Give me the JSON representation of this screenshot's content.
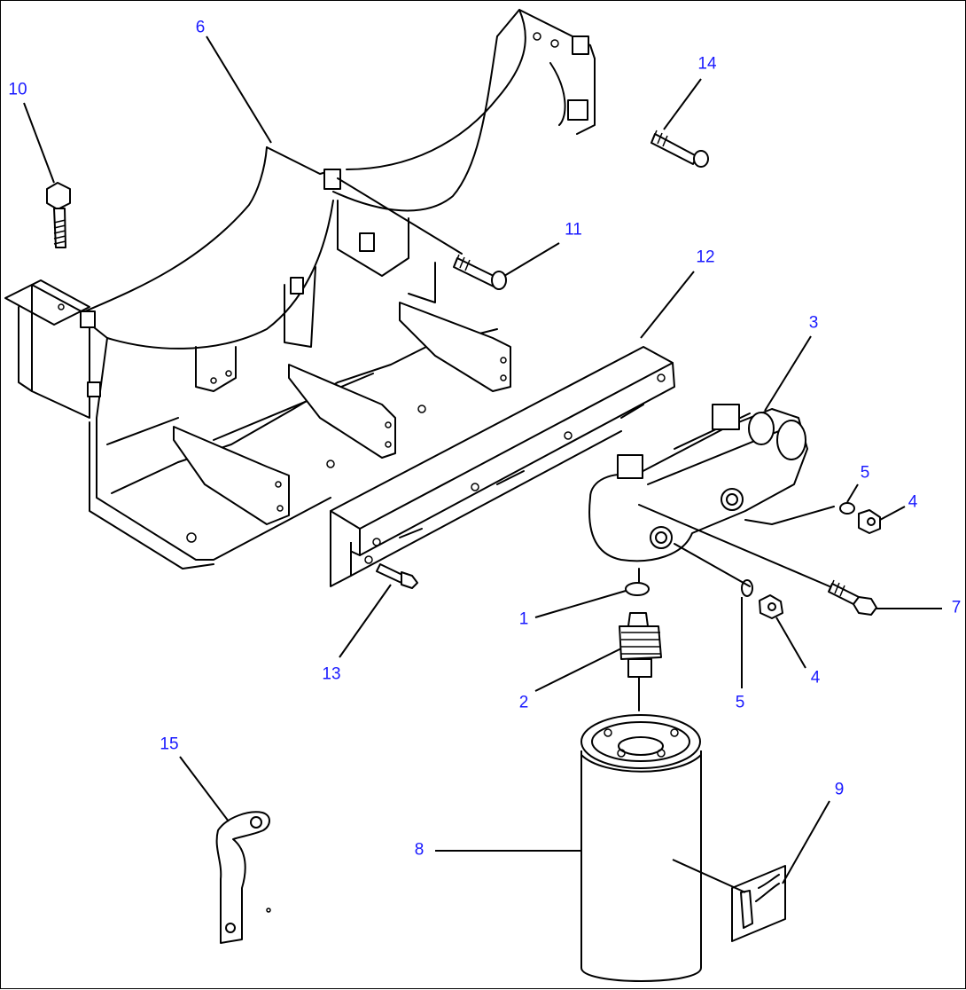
{
  "callouts": {
    "c1": "1",
    "c2": "2",
    "c3": "3",
    "c4a": "4",
    "c4b": "4",
    "c5a": "5",
    "c5b": "5",
    "c6": "6",
    "c7": "7",
    "c8": "8",
    "c9": "9",
    "c10": "10",
    "c11": "11",
    "c12": "12",
    "c13": "13",
    "c14": "14",
    "c15": "15"
  },
  "colors": {
    "callout_text": "#1a1aff",
    "line": "#000000",
    "background": "#ffffff"
  }
}
